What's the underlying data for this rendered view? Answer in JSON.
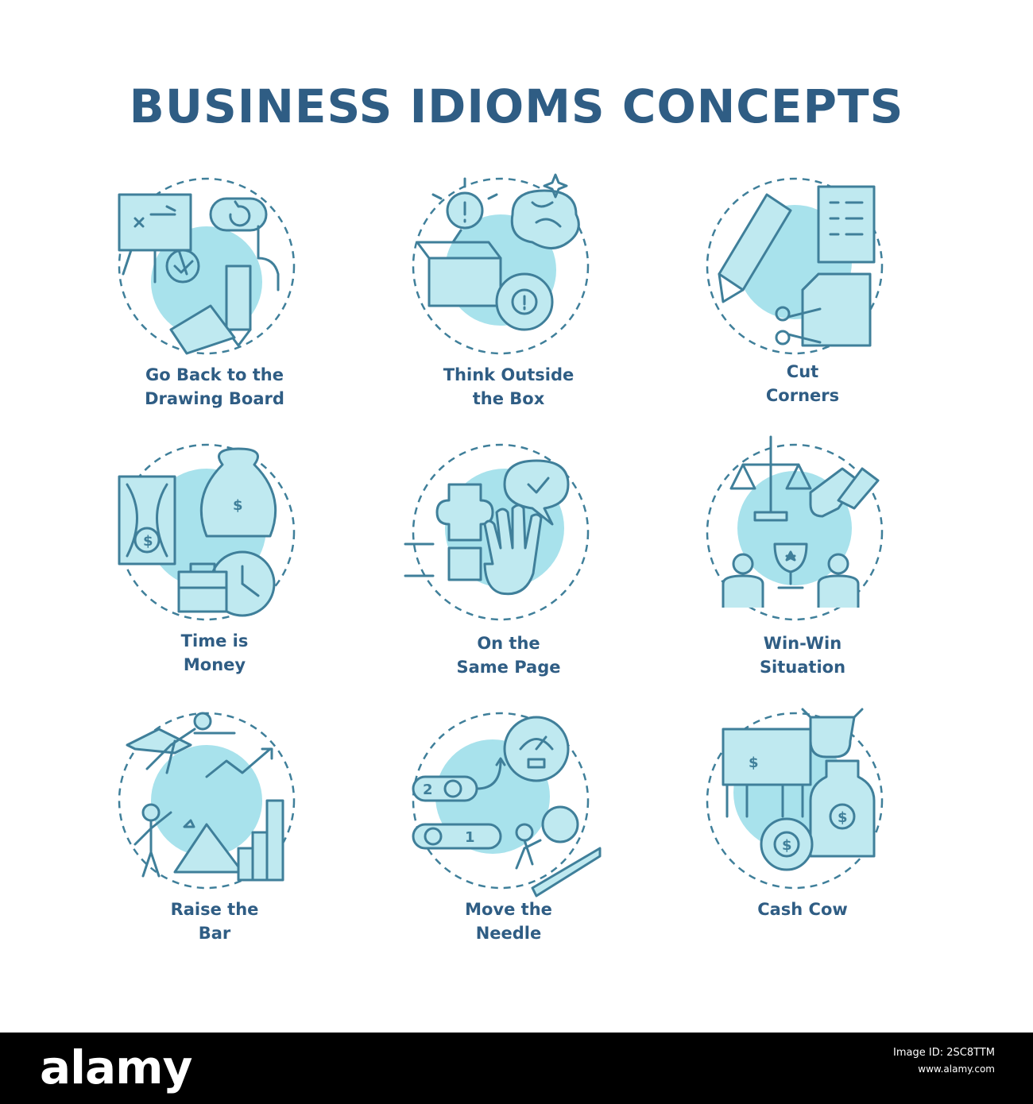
{
  "title": "BUSINESS IDIOMS CONCEPTS",
  "concepts": [
    {
      "line1": "Go Back to the",
      "line2": "Drawing Board",
      "icon": "drawing-board-icon"
    },
    {
      "line1": "Think Outside",
      "line2": "the Box",
      "icon": "lightbulb-box-icon"
    },
    {
      "line1": "Cut",
      "line2": "Corners",
      "icon": "scissors-paper-icon"
    },
    {
      "line1": "Time is",
      "line2": "Money",
      "icon": "hourglass-money-bag-icon"
    },
    {
      "line1": "On the",
      "line2": "Same Page",
      "icon": "puzzle-high-five-icon"
    },
    {
      "line1": "Win-Win",
      "line2": "Situation",
      "icon": "handshake-trophy-icon"
    },
    {
      "line1": "Raise the",
      "line2": "Bar",
      "icon": "flying-person-chart-icon"
    },
    {
      "line1": "Move the",
      "line2": "Needle",
      "icon": "speedometer-gear-icon"
    },
    {
      "line1": "Cash Cow",
      "line2": "",
      "icon": "cow-milk-bottle-icon"
    }
  ],
  "colors": {
    "accent": "#2f5d84",
    "stroke": "#3f7f9a",
    "fill": "#a8e2ec"
  },
  "footer": {
    "brand": "alamy",
    "image_id": "Image ID: 2SC8TTM",
    "site": "www.alamy.com"
  }
}
